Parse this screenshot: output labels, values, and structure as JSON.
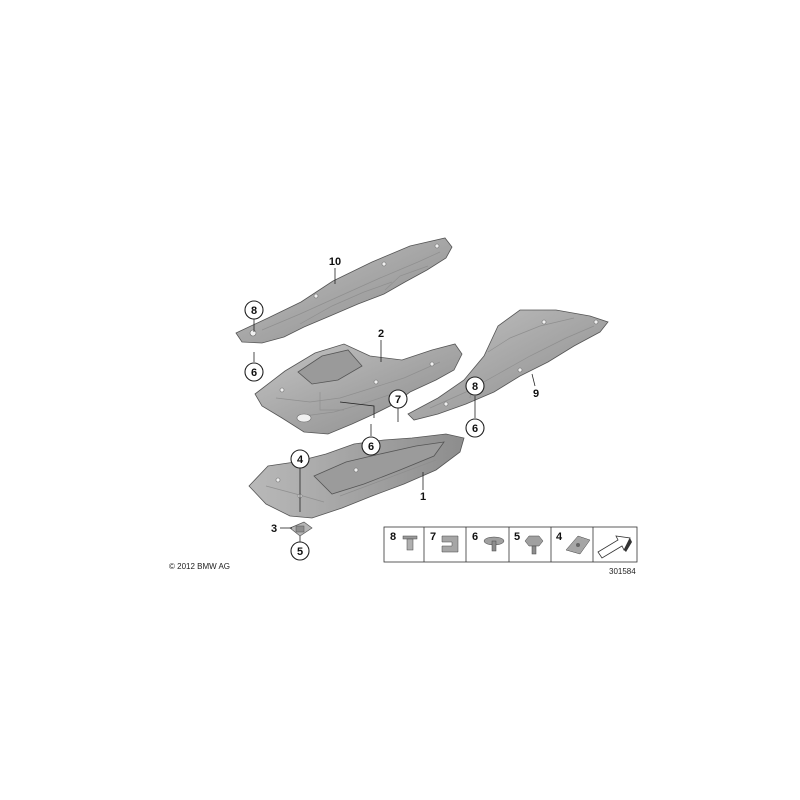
{
  "callouts": {
    "c10": "10",
    "c8a": "8",
    "c6a": "6",
    "c2": "2",
    "c7": "7",
    "c6b": "6",
    "c8b": "8",
    "c6c": "6",
    "c9": "9",
    "c4": "4",
    "c1": "1",
    "c3": "3",
    "c5": "5"
  },
  "legend": {
    "items": [
      {
        "num": "8",
        "icon": "push-rivet-icon"
      },
      {
        "num": "7",
        "icon": "clip-nut-icon"
      },
      {
        "num": "6",
        "icon": "flange-screw-icon"
      },
      {
        "num": "5",
        "icon": "hex-screw-icon"
      },
      {
        "num": "4",
        "icon": "spring-nut-icon"
      },
      {
        "num": "",
        "icon": "direction-arrow-icon"
      }
    ],
    "part_number": "301584"
  },
  "copyright": "© 2012 BMW AG",
  "colors": {
    "panel_fill": "#a9a9a9",
    "panel_shade": "#8e8e8e",
    "panel_light": "#c8c8c8"
  }
}
